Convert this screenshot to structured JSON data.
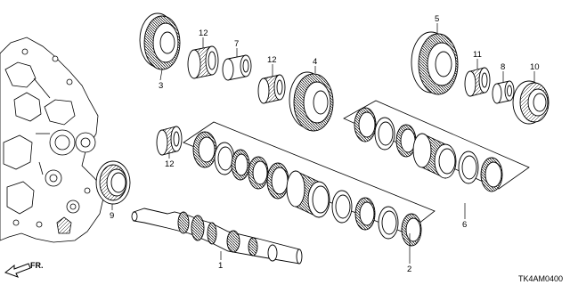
{
  "diagram": {
    "figure_code": "TK4AM0400",
    "direction_label": "FR.",
    "callouts": {
      "p1": "1",
      "p2": "2",
      "p3": "3",
      "p4": "4",
      "p5": "5",
      "p6": "6",
      "p7": "7",
      "p8": "8",
      "p9": "9",
      "p10": "10",
      "p11": "11",
      "p12a": "12",
      "p12b": "12",
      "p12c": "12"
    }
  }
}
